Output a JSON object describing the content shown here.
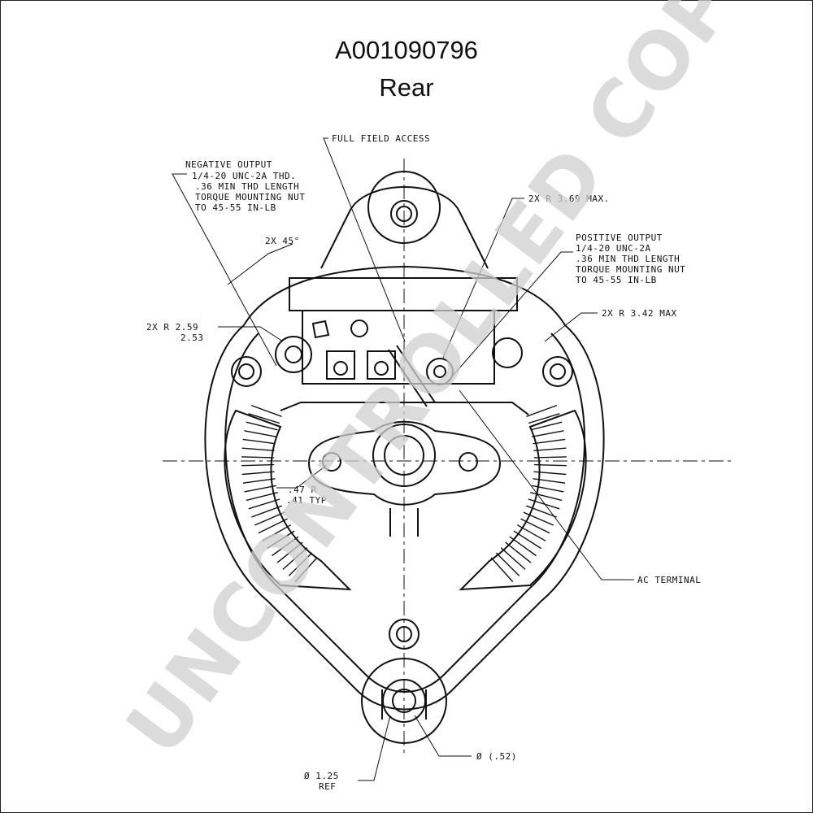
{
  "header": {
    "part_number": "A001090796",
    "view": "Rear"
  },
  "callouts": {
    "full_field_access": "FULL FIELD ACCESS",
    "negative_output": [
      "NEGATIVE OUTPUT",
      "1/4-20 UNC-2A THD.",
      ".36 MIN THD LENGTH",
      "TORQUE MOUNTING NUT",
      "TO 45-55 IN-LB"
    ],
    "angle": "2X 45°",
    "radius_top": "2X R 3.69 MAX.",
    "positive_output": [
      "POSITIVE OUTPUT",
      "1/4-20 UNC-2A",
      ".36 MIN THD LENGTH",
      "TORQUE MOUNTING NUT",
      "TO 45-55 IN-LB"
    ],
    "radius_left": [
      "2X R 2.59",
      "2.53"
    ],
    "radius_right": "2X R 3.42 MAX",
    "hole_radius": [
      ".47 R",
      ".41 TYP"
    ],
    "ac_terminal": "AC TERMINAL",
    "bottom_hole": "Ø (.52)",
    "bottom_diameter": [
      "Ø 1.25",
      "REF"
    ]
  },
  "watermark": "UNCONTROLLED COPY"
}
